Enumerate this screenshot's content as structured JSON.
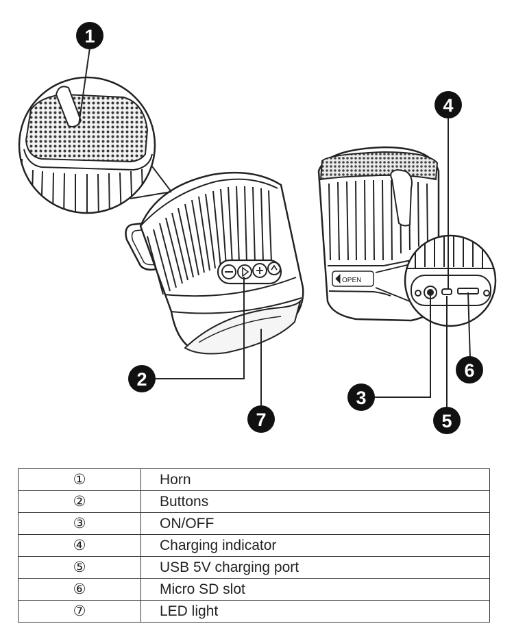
{
  "callouts": [
    "1",
    "2",
    "3",
    "4",
    "5",
    "6",
    "7"
  ],
  "port_label": "OPEN",
  "parts": [
    {
      "num": "①",
      "name": "Horn"
    },
    {
      "num": "②",
      "name": "Buttons"
    },
    {
      "num": "③",
      "name": "ON/OFF"
    },
    {
      "num": "④",
      "name": "Charging indicator"
    },
    {
      "num": "⑤",
      "name": "USB 5V charging port"
    },
    {
      "num": "⑥",
      "name": "Micro SD slot"
    },
    {
      "num": "⑦",
      "name": "LED light"
    }
  ]
}
